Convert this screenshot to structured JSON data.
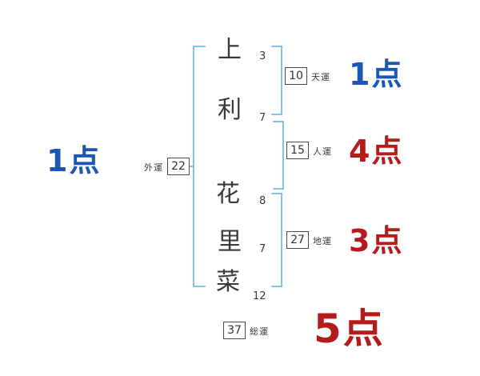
{
  "colors": {
    "score_blue": "#1b57b5",
    "score_red": "#b51b1b",
    "bracket_blue": "#85c4e6",
    "ink": "#3a3a3a"
  },
  "chars": [
    {
      "char": "上",
      "strokes": "3"
    },
    {
      "char": "利",
      "strokes": "7"
    },
    {
      "char": "花",
      "strokes": "8"
    },
    {
      "char": "里",
      "strokes": "7"
    },
    {
      "char": "菜",
      "strokes": "12"
    }
  ],
  "fortunes": {
    "ten": {
      "value": "10",
      "label": "天運",
      "score": "1点"
    },
    "jin": {
      "value": "15",
      "label": "人運",
      "score": "4点"
    },
    "chi": {
      "value": "27",
      "label": "地運",
      "score": "3点"
    },
    "gai": {
      "value": "22",
      "label": "外運",
      "score": "1点"
    },
    "sou": {
      "value": "37",
      "label": "総運",
      "score": "5点"
    }
  }
}
